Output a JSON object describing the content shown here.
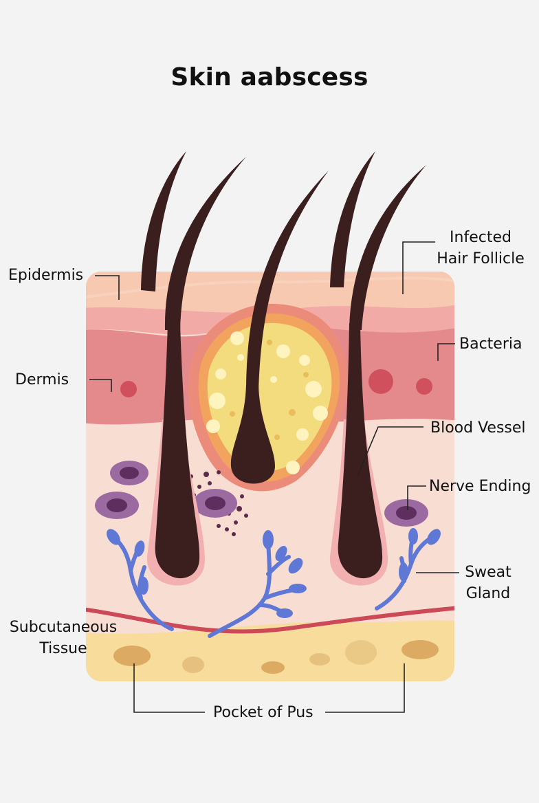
{
  "title": "Skin aabscess",
  "labels": {
    "epidermis": "Epidermis",
    "dermis": "Dermis",
    "subcutaneous_line1": "Subcutaneous",
    "subcutaneous_line2": "Tissue",
    "infected_line1": "Infected",
    "infected_line2": "Hair Follicle",
    "bacteria": "Bacteria",
    "blood_vessel": "Blood Vessel",
    "nerve_ending": "Nerve Ending",
    "sweat_line1": "Sweat",
    "sweat_line2": "Gland",
    "pocket_of_pus": "Pocket of Pus"
  },
  "colors": {
    "background": "#f3f3f3",
    "epidermis": "#f7c9b0",
    "dermis": "#e98e8e",
    "subcutaneous": "#f7dc9c",
    "hair": "#3b1f1f",
    "pus": "#f3dc7e",
    "blood_vessel": "#cc4a58",
    "sweat_gland": "#5f78d6",
    "cells": "#8d5a8f"
  }
}
